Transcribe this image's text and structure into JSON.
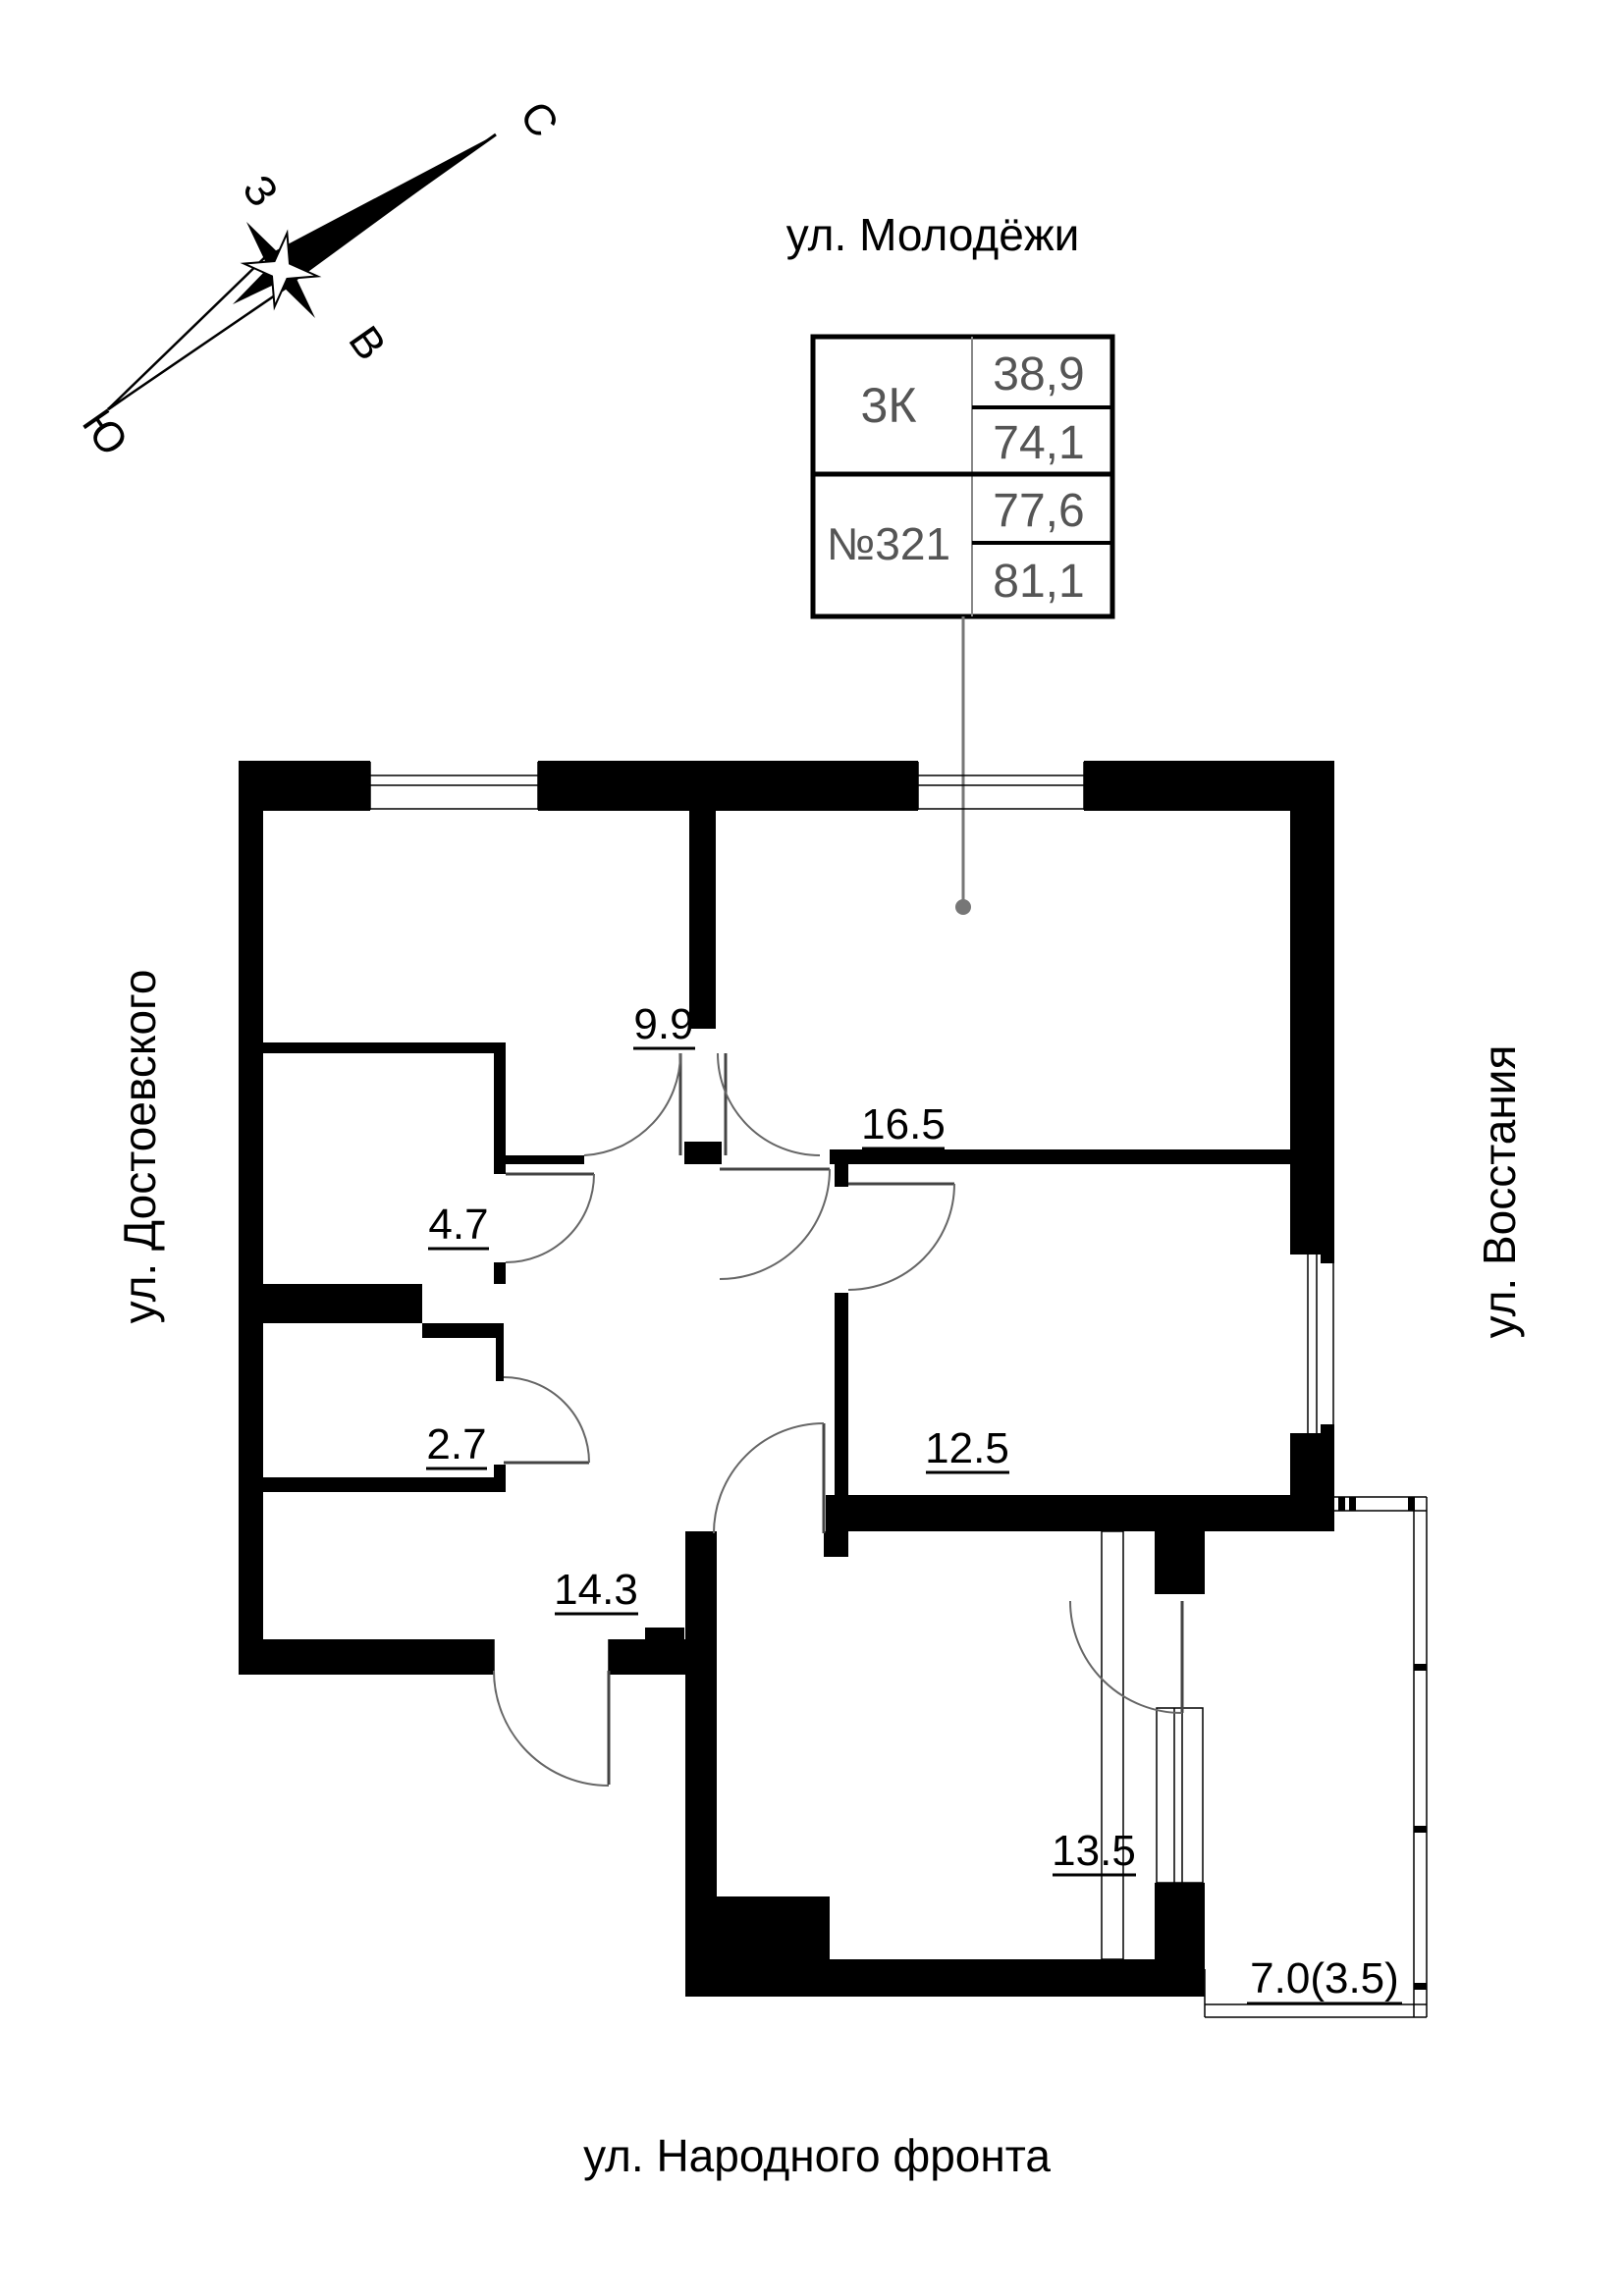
{
  "streets": {
    "top": "ул. Молодёжи",
    "left": "ул. Достоевского",
    "right": "ул. Восстания",
    "bottom": "ул. Народного фронта"
  },
  "compass": {
    "north": "С",
    "south": "Ю",
    "west": "З",
    "east": "В"
  },
  "title_block": {
    "apartment_type": "3К",
    "apartment_number": "№321",
    "living_area": "38,9",
    "area_without_balcony": "74,1",
    "area_with_balcony_half": "77,6",
    "total_area": "81,1"
  },
  "rooms": [
    {
      "id": "room-9-9",
      "area_label": "9.9"
    },
    {
      "id": "room-16-5",
      "area_label": "16.5"
    },
    {
      "id": "room-4-7",
      "area_label": "4.7"
    },
    {
      "id": "room-2-7",
      "area_label": "2.7"
    },
    {
      "id": "corridor",
      "area_label": "14.3"
    },
    {
      "id": "room-12-5",
      "area_label": "12.5"
    },
    {
      "id": "kitchen",
      "area_label": "13.5"
    },
    {
      "id": "balcony",
      "area_label": "7.0(3.5)"
    }
  ],
  "colors": {
    "wall": "#000000",
    "door_arc": "#666666",
    "table_text": "#555555",
    "leader": "#777777"
  }
}
